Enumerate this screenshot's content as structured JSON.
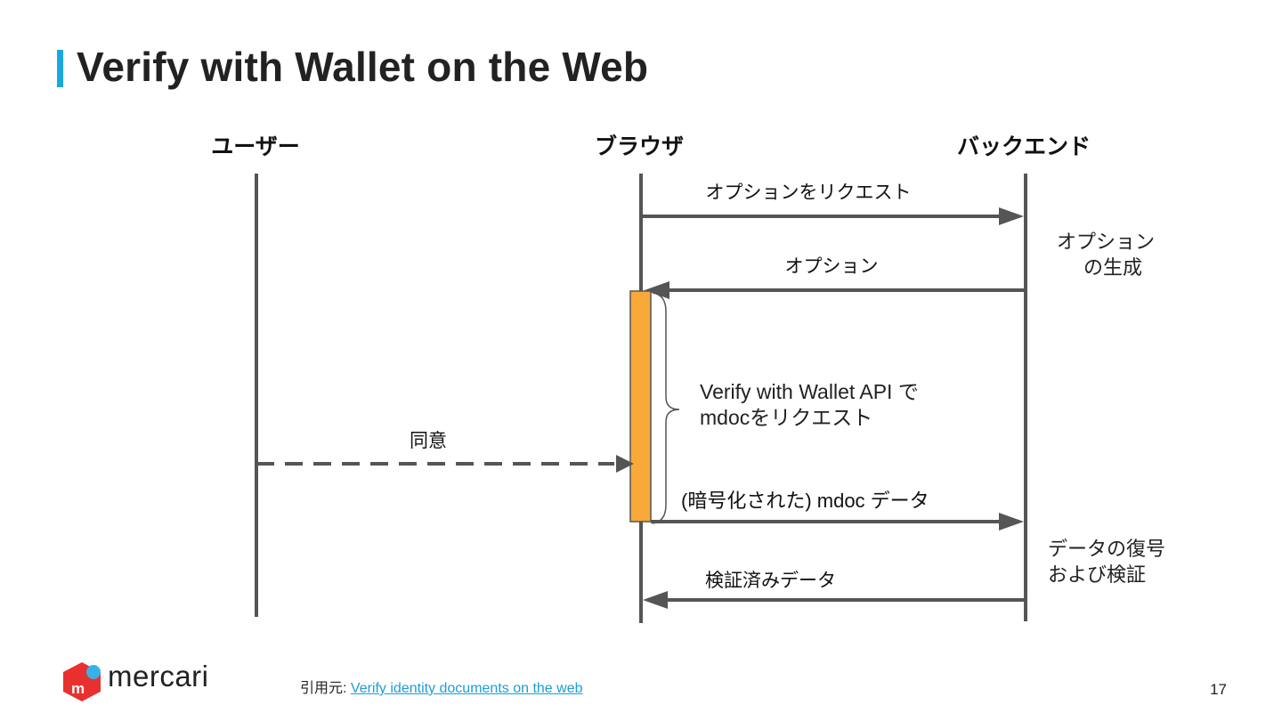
{
  "slide": {
    "title": "Verify with Wallet on the Web",
    "page_number": "17"
  },
  "actors": {
    "user": "ユーザー",
    "browser": "ブラウザ",
    "backend": "バックエンド"
  },
  "messages": {
    "request_options": "オプションをリクエスト",
    "options": "オプション",
    "consent": "同意",
    "encrypted_data": "(暗号化された) mdoc データ",
    "verified_data": "検証済みデータ"
  },
  "notes": {
    "generate_options_line1": "オプション",
    "generate_options_line2": "の生成",
    "api_request_line1": "Verify with Wallet API で",
    "api_request_line2": "mdocをリクエスト",
    "decrypt_line1": "データの復号",
    "decrypt_line2": "および検証"
  },
  "footer": {
    "logo": "mercari",
    "source_prefix": "引用元: ",
    "source_link": "Verify identity documents on the web"
  },
  "colors": {
    "accent": "#1aa7e0",
    "activation": "#f8a93a",
    "line": "#555555",
    "logo_red": "#e8312f",
    "logo_blue": "#3ab0e8",
    "link": "#1a9fd6"
  }
}
